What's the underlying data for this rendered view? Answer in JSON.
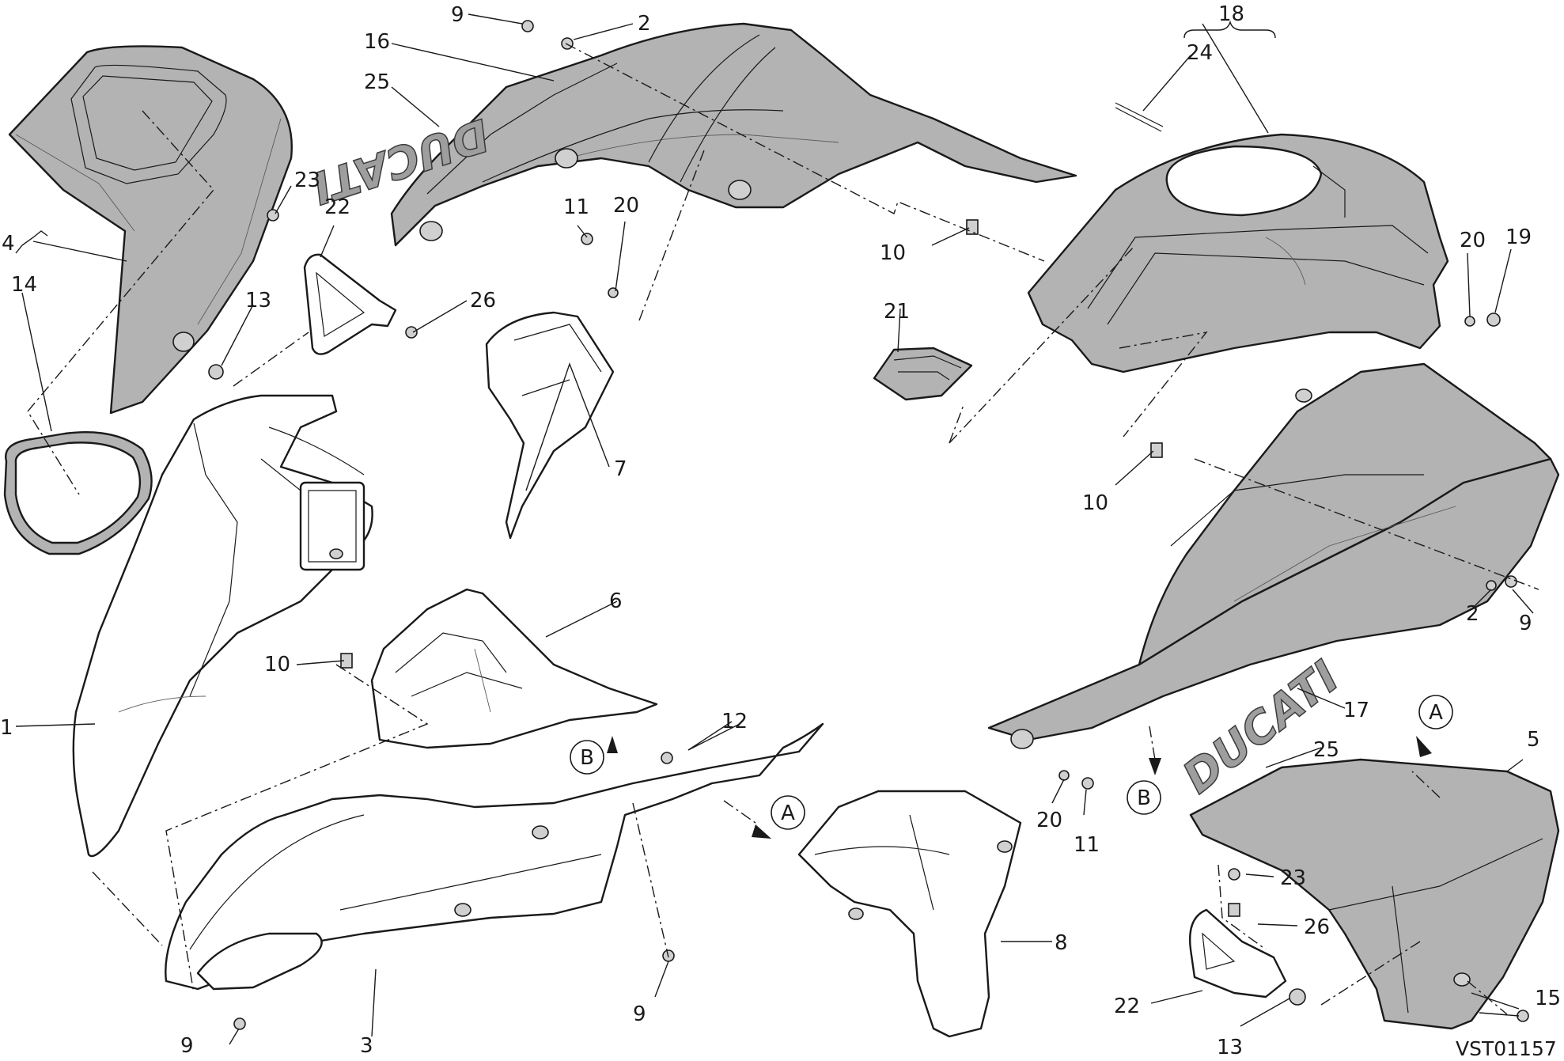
{
  "drawing_code": "VST01157",
  "logo_text": "DUCATI",
  "callouts": {
    "c1": "1",
    "c2a": "2",
    "c2b": "2",
    "c3": "3",
    "c4": "4",
    "c5": "5",
    "c6": "6",
    "c7": "7",
    "c8": "8",
    "c9a": "9",
    "c9b": "9",
    "c9c": "9",
    "c9d": "9",
    "c10a": "10",
    "c10b": "10",
    "c10c": "10",
    "c11a": "11",
    "c11b": "11",
    "c12": "12",
    "c13a": "13",
    "c13b": "13",
    "c14": "14",
    "c15": "15",
    "c16": "16",
    "c17": "17",
    "c18": "18",
    "c19": "19",
    "c20a": "20",
    "c20b": "20",
    "c20c": "20",
    "c21": "21",
    "c22a": "22",
    "c22b": "22",
    "c23a": "23",
    "c23b": "23",
    "c24": "24",
    "c25a": "25",
    "c25b": "25",
    "c26a": "26",
    "c26b": "26"
  },
  "references": {
    "ra1": "A",
    "ra2": "A",
    "rb1": "B",
    "rb2": "B"
  },
  "colors": {
    "part_fill": "#b3b3b3",
    "line": "#1a1a1a"
  }
}
